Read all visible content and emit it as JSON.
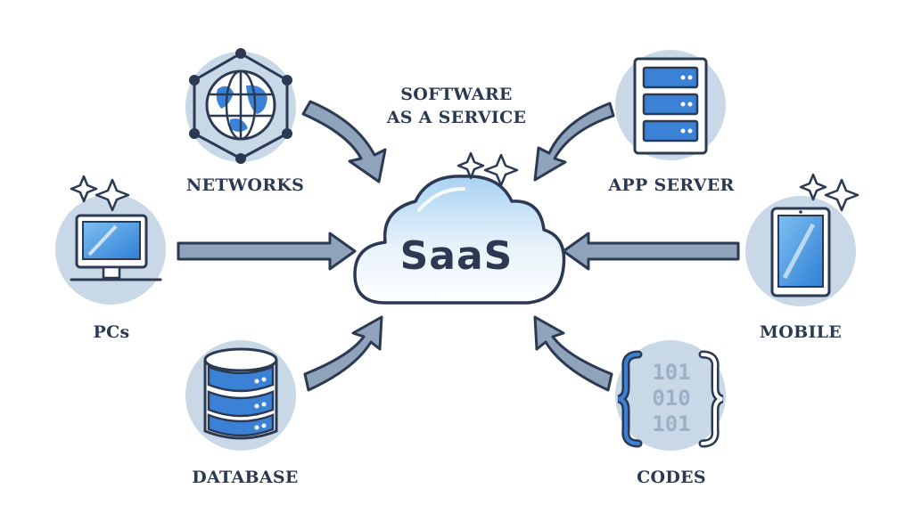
{
  "title": {
    "line1": "SOFTWARE",
    "line2": "AS A SERVICE"
  },
  "center": {
    "label": "SaaS",
    "icon": "cloud-icon"
  },
  "nodes": {
    "networks": {
      "label": "NETWORKS",
      "icon": "globe-network-icon"
    },
    "app_server": {
      "label": "APP SERVER",
      "icon": "server-icon"
    },
    "pcs": {
      "label": "PCs",
      "icon": "monitor-icon"
    },
    "mobile": {
      "label": "MOBILE",
      "icon": "tablet-icon"
    },
    "database": {
      "label": "DATABASE",
      "icon": "database-icon"
    },
    "codes": {
      "label": "CODES",
      "icon": "binary-code-icon",
      "lines": [
        "101",
        "010",
        "101"
      ]
    }
  },
  "colors": {
    "circle_fill": "#c9d8e6",
    "outline": "#2b3a52",
    "arrow_fill": "#8fa3bb",
    "accent_blue": "#3b82d6",
    "light_blue": "#a9d2f2"
  }
}
